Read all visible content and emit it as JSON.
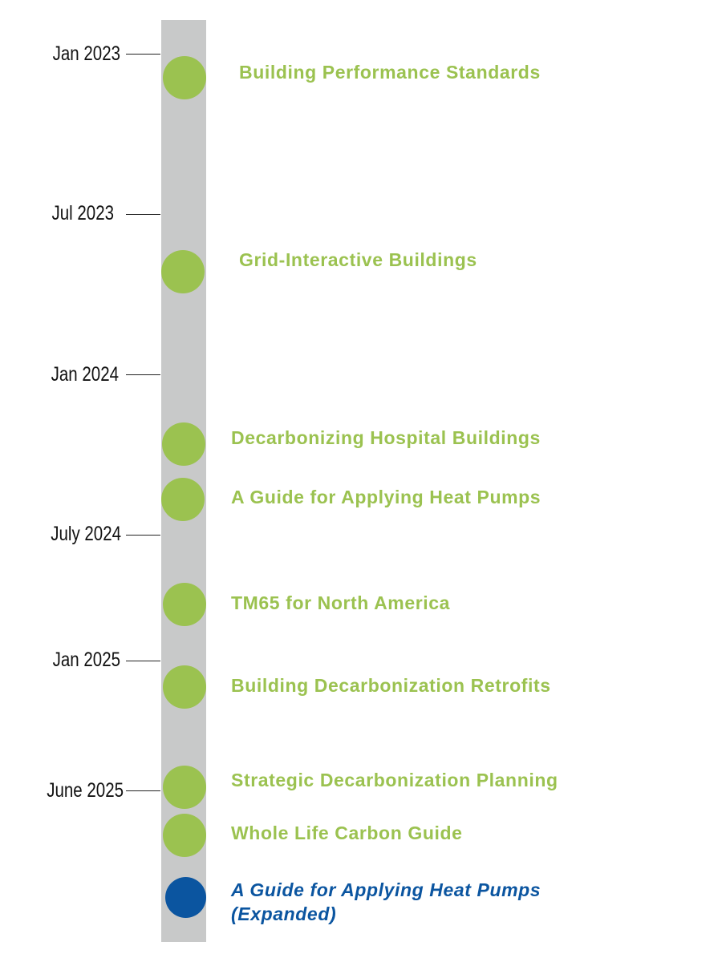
{
  "colors": {
    "bar": "#c8c9c9",
    "completed": "#9bc250",
    "upcoming": "#0b55a0",
    "tick_text": "#111111"
  },
  "ticks": [
    {
      "label": "Jan 2023"
    },
    {
      "label": "Jul 2023"
    },
    {
      "label": "Jan 2024"
    },
    {
      "label": "July 2024"
    },
    {
      "label": "Jan 2025"
    },
    {
      "label": "June 2025"
    }
  ],
  "events": [
    {
      "title": "Building Performance Standards",
      "status": "completed"
    },
    {
      "title": "Grid-Interactive Buildings",
      "status": "completed"
    },
    {
      "title": "Decarbonizing Hospital Buildings",
      "status": "completed"
    },
    {
      "title": "A Guide for Applying Heat Pumps",
      "status": "completed"
    },
    {
      "title": "TM65 for North America",
      "status": "completed"
    },
    {
      "title": "Building Decarbonization Retrofits",
      "status": "completed"
    },
    {
      "title": "Strategic Decarbonization Planning",
      "status": "completed"
    },
    {
      "title": "Whole Life Carbon Guide",
      "status": "completed"
    },
    {
      "title": "A Guide for Applying Heat Pumps",
      "subtitle": "(Expanded)",
      "status": "upcoming"
    }
  ]
}
